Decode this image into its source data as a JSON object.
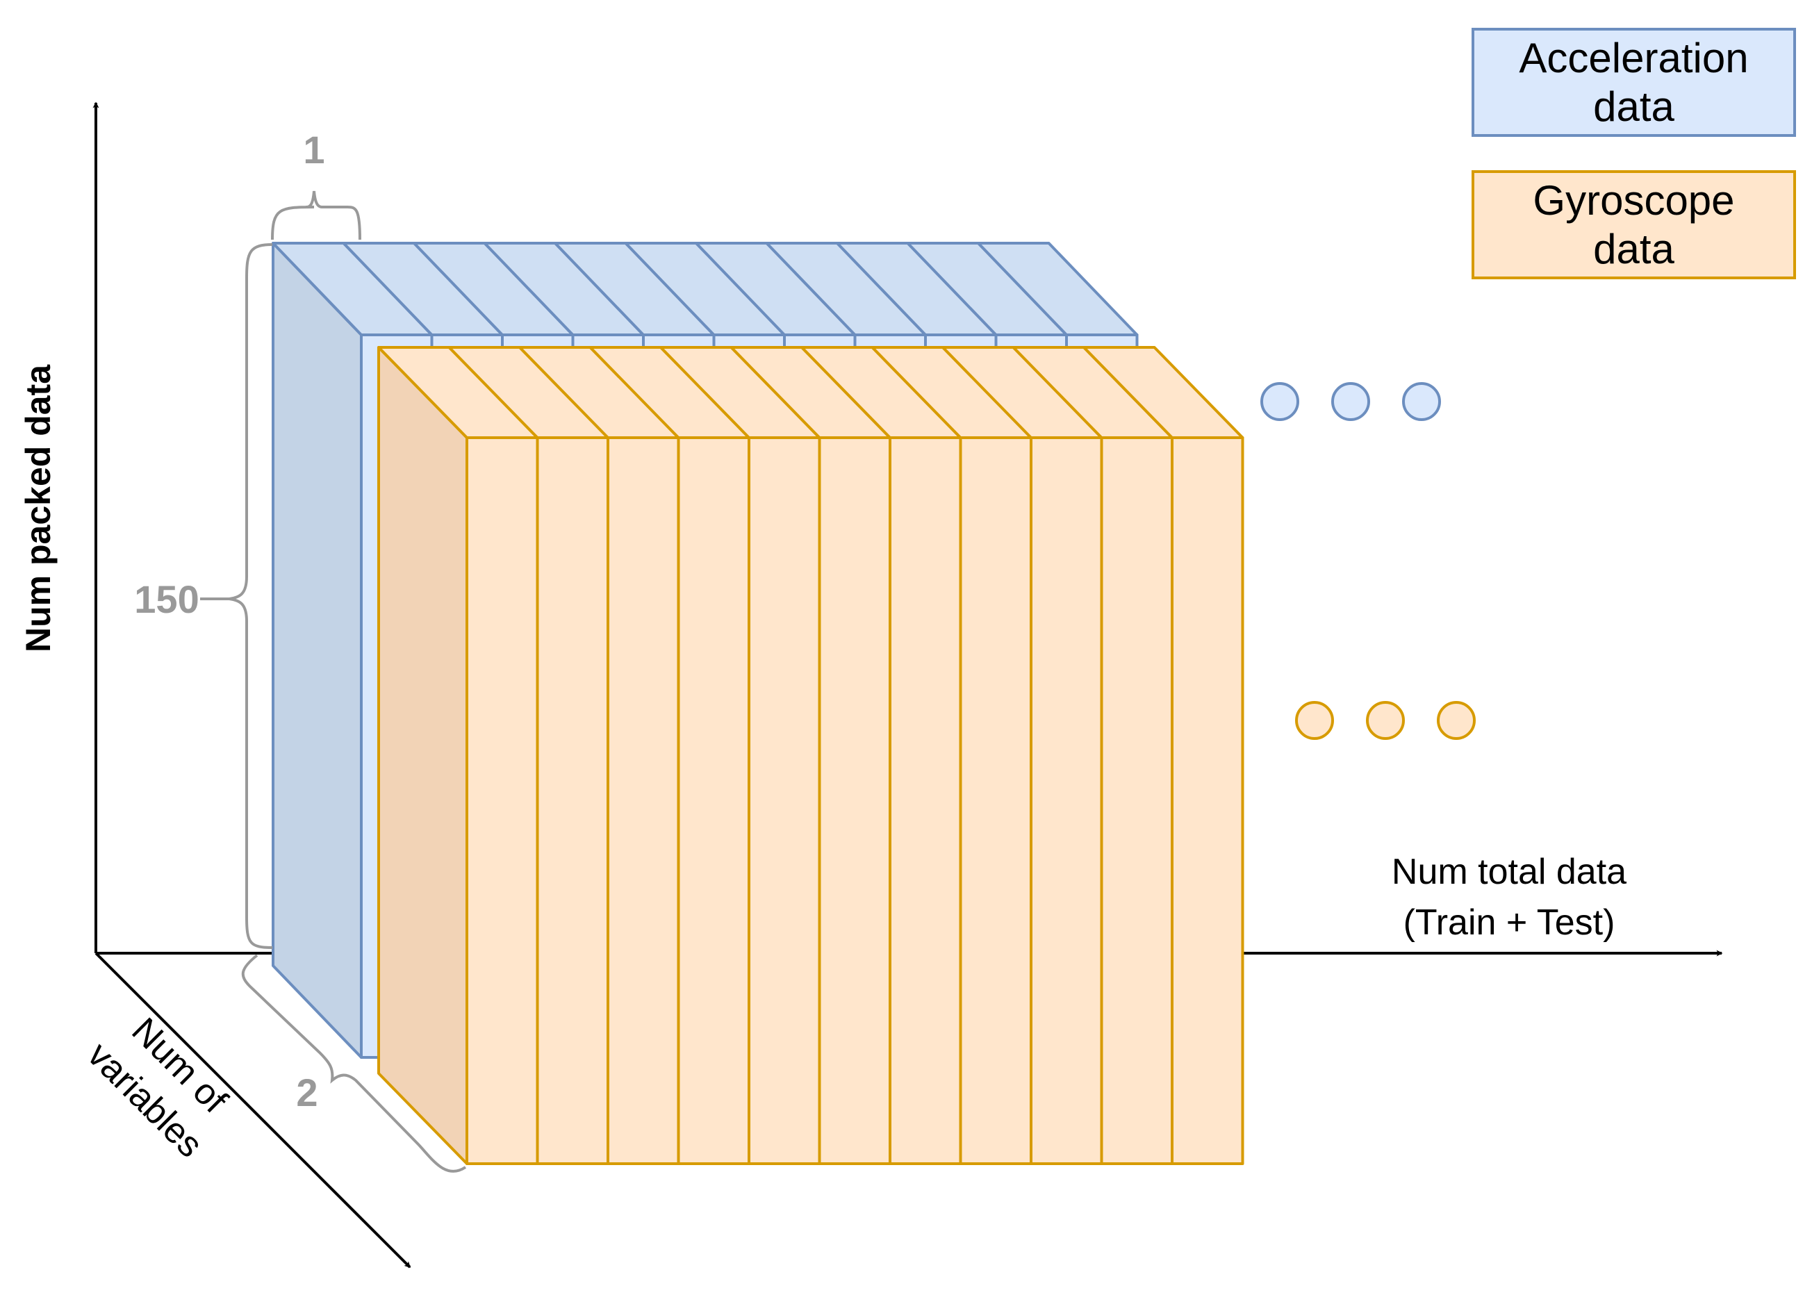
{
  "legend": [
    {
      "label": "Acceleration data",
      "line1": "Acceleration",
      "line2": "data",
      "fill": "#dae8fc",
      "stroke": "#6c8ebf"
    },
    {
      "label": "Gyroscope data",
      "line1": "Gyroscope",
      "line2": "data",
      "fill": "#ffe6cc",
      "stroke": "#d79b00"
    }
  ],
  "axes": {
    "y_label": "Num packed data",
    "x_label_line1": "Num total data",
    "x_label_line2": "(Train + Test)",
    "z_label_line1": "Num of",
    "z_label_line2": "variables"
  },
  "dimensions": {
    "width_label": "1",
    "height_label": "150",
    "depth_label": "2"
  },
  "colors": {
    "accel_fill": "#dae8fc",
    "accel_side": "#c3d3e6",
    "accel_top": "#cfdff3",
    "accel_stroke": "#6c8ebf",
    "gyro_fill": "#ffe6cc",
    "gyro_side": "#f2d3b6",
    "gyro_stroke": "#d79b00",
    "axis": "#000000",
    "brace": "#999999"
  },
  "slice_count": 11,
  "continuation_dots": {
    "accel": 3,
    "gyro": 3
  }
}
